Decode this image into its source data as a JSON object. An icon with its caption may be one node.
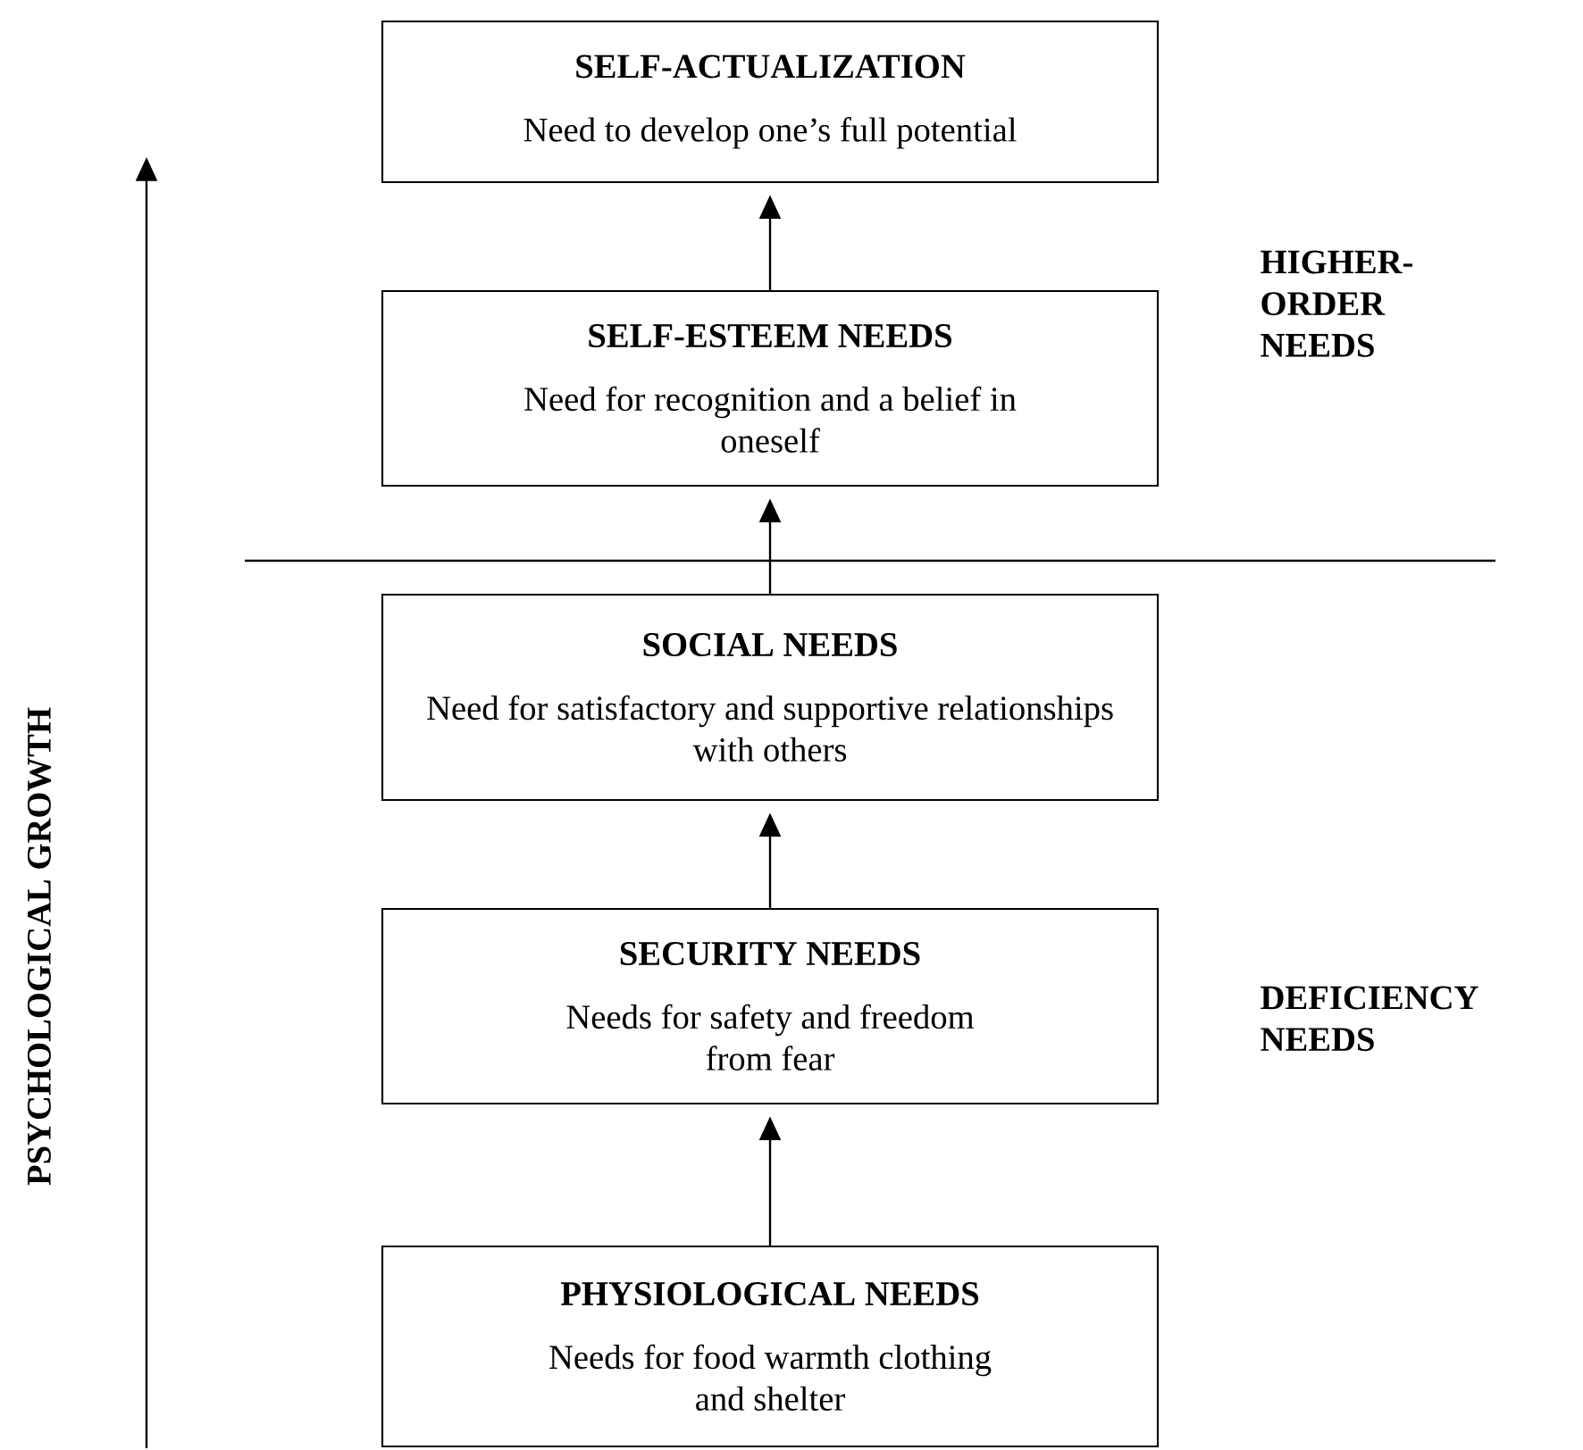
{
  "diagram": {
    "nodes": [
      {
        "text": [
          "SELF-ACTUALIZATION",
          "Need to develop one’s full potential"
        ]
      },
      {
        "text": [
          "SELF-ESTEEM NEEDS",
          "Need for recognition and a belief in oneself"
        ]
      },
      {
        "text": [
          "SOCIAL NEEDS",
          "Need for satisfactory and supportive relationships with others"
        ]
      },
      {
        "text": [
          "SECURITY NEEDS",
          "Needs for safety and freedom from fear"
        ]
      },
      {
        "text": [
          "PHYSIOLOGICAL NEEDS",
          "Needs for food warmth clothing and shelter"
        ]
      }
    ],
    "edges": [
      {
        "from": 1,
        "to": 0,
        "arrow": "to"
      },
      {
        "from": 2,
        "to": 1,
        "arrow": "to"
      },
      {
        "from": 3,
        "to": 2,
        "arrow": "to"
      },
      {
        "from": 4,
        "to": 3,
        "arrow": "to"
      }
    ],
    "labels": [
      "HIGHER-ORDER NEEDS",
      "DEFICIENCY NEEDS",
      "PSYCHOLOGICAL GROWTH"
    ]
  }
}
